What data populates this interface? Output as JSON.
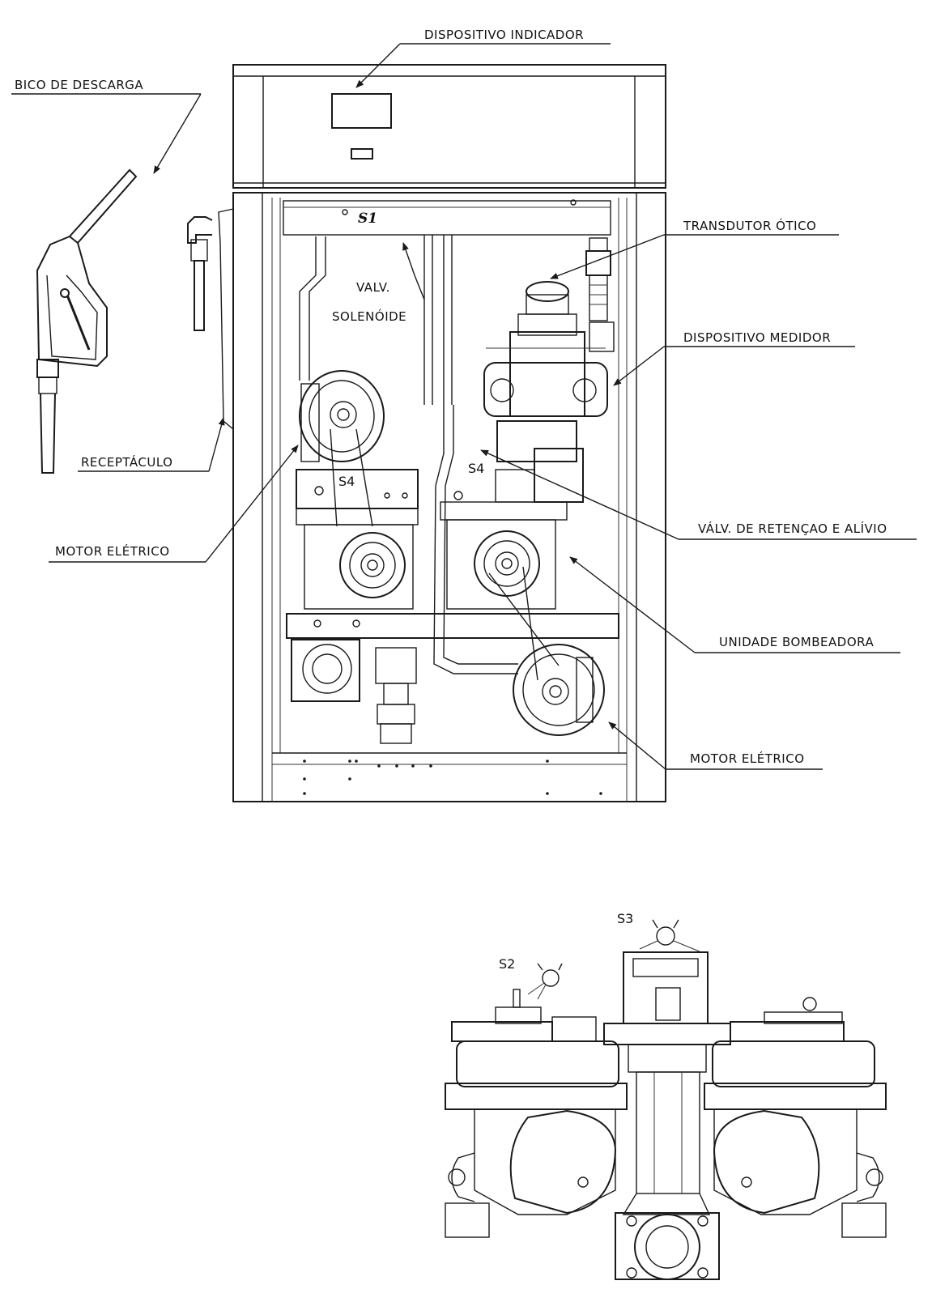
{
  "labels": {
    "dispositivo_indicador": "DISPOSITIVO INDICADOR",
    "bico_de_descarga": "BICO DE DESCARGA",
    "transdutor_otico": "TRANSDUTOR ÓTICO",
    "valv": "VALV.",
    "solenoide": "SOLENÓIDE",
    "dispositivo_medidor": "DISPOSITIVO MEDIDOR",
    "receptaculo": "RECEPTÁCULO",
    "valv_retencao_alivio": "VÁLV. DE RETENÇAO E ALÍVIO",
    "motor_eletrico_left": "MOTOR ELÉTRICO",
    "unidade_bombeadora": "UNIDADE BOMBEADORA",
    "motor_eletrico_right": "MOTOR ELÉTRICO",
    "s1": "S1",
    "s4_left": "S4",
    "s4_right": "S4",
    "s2": "S2",
    "s3": "S3"
  }
}
